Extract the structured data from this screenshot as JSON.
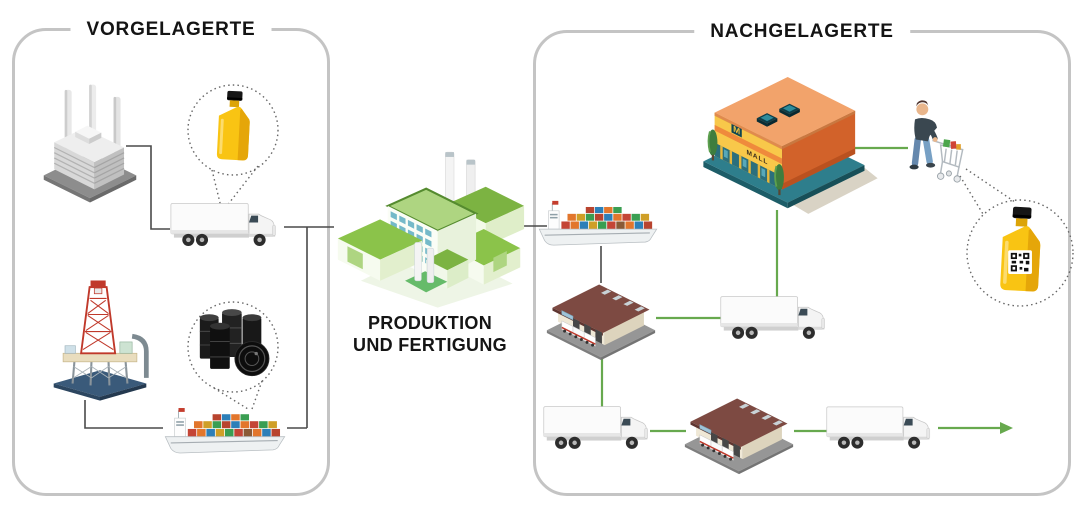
{
  "upstream": {
    "title": "VORGELAGERTE",
    "node_icons": [
      "chemical-plant-icon",
      "oil-bottle-icon",
      "box-truck-icon",
      "oil-rig-icon",
      "oil-barrels-icon",
      "container-ship-icon"
    ]
  },
  "production": {
    "label_line1": "PRODUKTION",
    "label_line2": "UND FERTIGUNG",
    "node_icons": [
      "green-factory-icon"
    ]
  },
  "downstream": {
    "title": "NACHGELAGERTE",
    "store_sign": "M",
    "store_fascia_text": "MALL",
    "node_icons": [
      "container-ship-icon",
      "warehouse-icon",
      "box-truck-icon",
      "retail-store-icon",
      "shopper-with-cart-icon",
      "qr-oil-bottle-icon",
      "box-truck-icon",
      "warehouse-icon",
      "box-truck-icon"
    ]
  },
  "colors": {
    "downstream_flow_green": "#67a94e",
    "upstream_flow_gray": "#4a4a4a",
    "box_border_gray": "#c4c4c4",
    "bottle_yellow": "#f9c413",
    "store_roof_salmon": "#f2a36b"
  }
}
